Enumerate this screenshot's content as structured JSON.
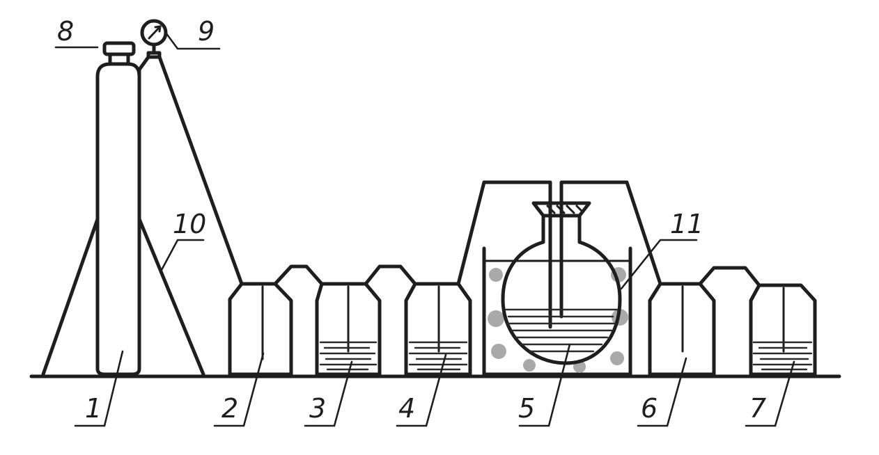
{
  "labels": {
    "n1": "1",
    "n2": "2",
    "n3": "3",
    "n4": "4",
    "n5": "5",
    "n6": "6",
    "n7": "7",
    "n8": "8",
    "n9": "9",
    "n10": "10",
    "n11": "11"
  },
  "colors": {
    "ink": "#1e1e1e",
    "background": "#ffffff",
    "packing": "#9a9a9a"
  }
}
